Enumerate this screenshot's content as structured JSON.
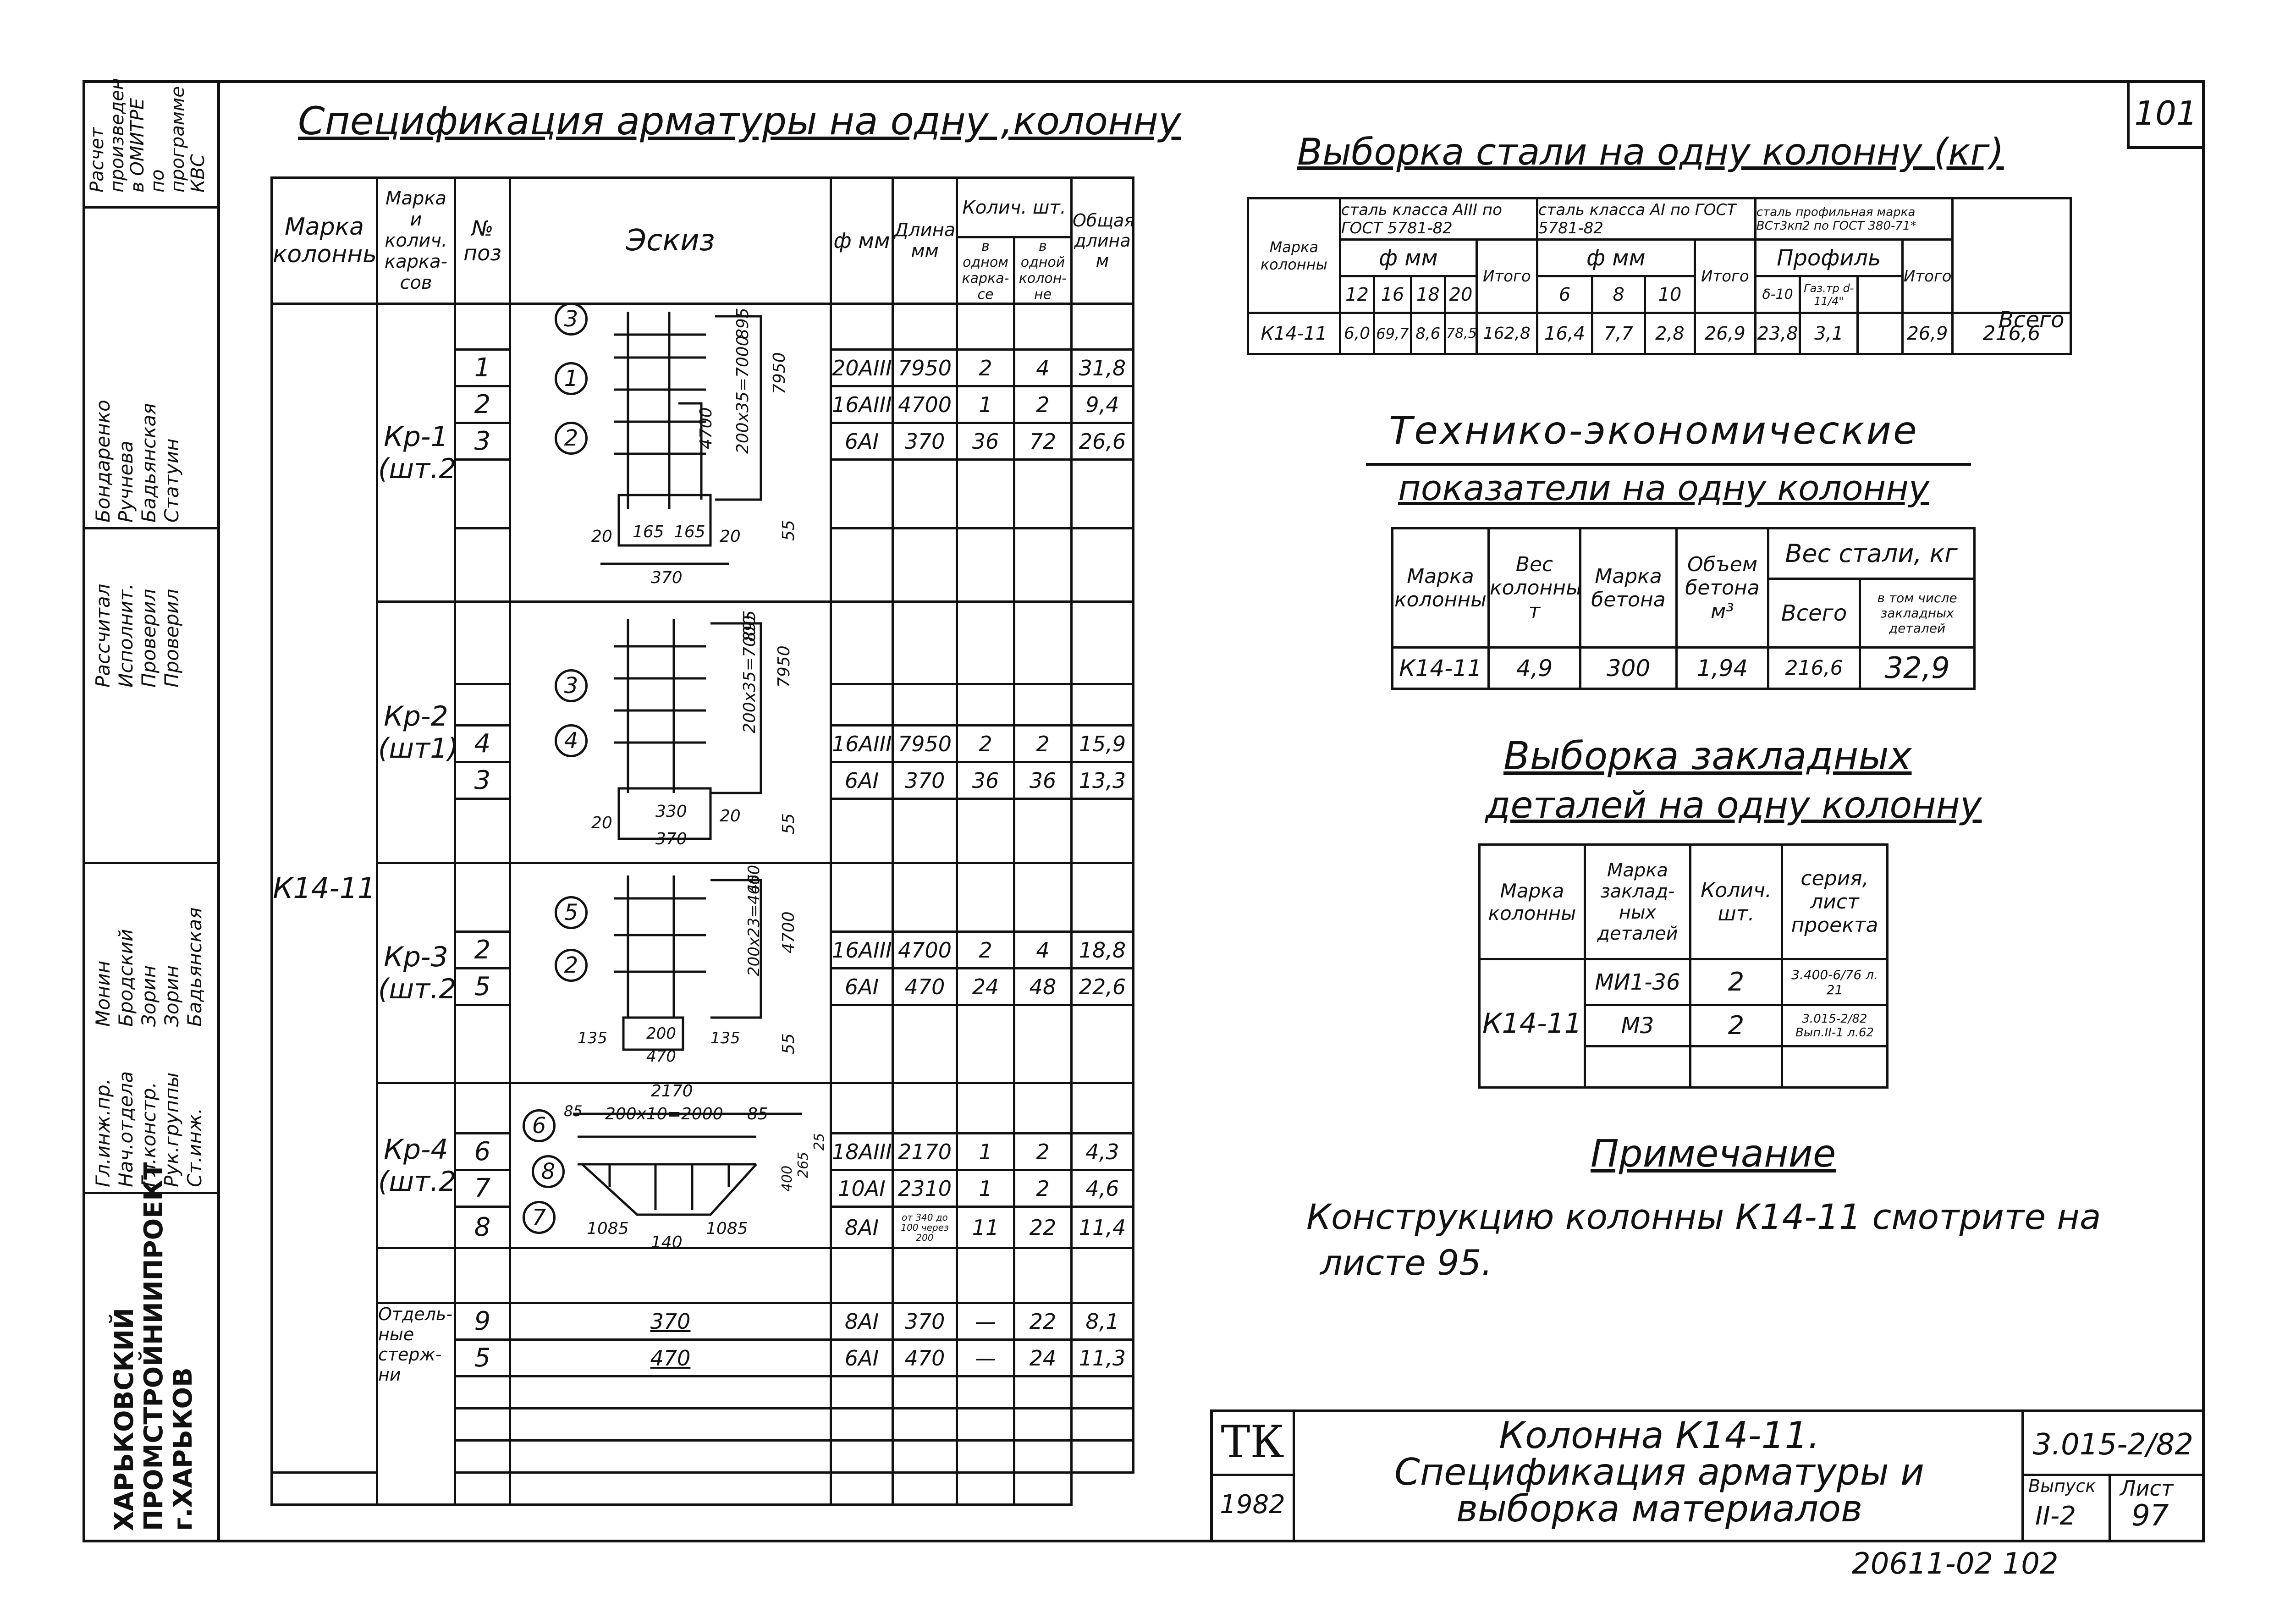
{
  "sheet_no": "101",
  "spec": {
    "title": "Спецификация арматуры на одну ,колонну",
    "headers": {
      "mark": "Марка колонны",
      "frame": "Марка и колич. карка-сов",
      "pos": "№ поз",
      "sketch": "Эскиз",
      "diam": "ф мм",
      "length": "Длина мм",
      "qty": "Колич. шт.",
      "qty_frame": "в одном карка-се",
      "qty_col": "в одной колон-не",
      "total": "Общая длина м"
    },
    "column_mark": "К14-11",
    "groups": [
      {
        "frame": "Кр-1 (шт.2)",
        "rows": [
          {
            "pos": "1",
            "diam": "20АIII",
            "len": "7950",
            "q1": "2",
            "q2": "4",
            "total": "31,8"
          },
          {
            "pos": "2",
            "diam": "16АIII",
            "len": "4700",
            "q1": "1",
            "q2": "2",
            "total": "9,4"
          },
          {
            "pos": "3",
            "diam": "6АI",
            "len": "370",
            "q1": "36",
            "q2": "72",
            "total": "26,6"
          }
        ]
      },
      {
        "frame": "Кр-2 (шт1)",
        "rows": [
          {
            "pos": "4",
            "diam": "16АIII",
            "len": "7950",
            "q1": "2",
            "q2": "2",
            "total": "15,9"
          },
          {
            "pos": "3",
            "diam": "6АI",
            "len": "370",
            "q1": "36",
            "q2": "36",
            "total": "13,3"
          }
        ]
      },
      {
        "frame": "Кр-3 (шт.2)",
        "rows": [
          {
            "pos": "2",
            "diam": "16АIII",
            "len": "4700",
            "q1": "2",
            "q2": "4",
            "total": "18,8"
          },
          {
            "pos": "5",
            "diam": "6АI",
            "len": "470",
            "q1": "24",
            "q2": "48",
            "total": "22,6"
          }
        ]
      },
      {
        "frame": "Кр-4 (шт.2)",
        "rows": [
          {
            "pos": "6",
            "diam": "18АIII",
            "len": "2170",
            "q1": "1",
            "q2": "2",
            "total": "4,3"
          },
          {
            "pos": "7",
            "diam": "10АI",
            "len": "2310",
            "q1": "1",
            "q2": "2",
            "total": "4,6"
          },
          {
            "pos": "8",
            "diam": "8АI",
            "len": "от 340 до 100 через 200",
            "q1": "11",
            "q2": "22",
            "total": "11,4"
          }
        ]
      },
      {
        "frame": "Отдель-ные стерж-ни",
        "rows": [
          {
            "pos": "9",
            "sketch": "370",
            "diam": "8АI",
            "len": "370",
            "q1": "—",
            "q2": "22",
            "total": "8,1"
          },
          {
            "pos": "5",
            "sketch": "470",
            "diam": "6АI",
            "len": "470",
            "q1": "—",
            "q2": "24",
            "total": "11,3"
          }
        ]
      }
    ],
    "sketch_labels": {
      "kr1": {
        "c1": "3",
        "c2": "1",
        "c3": "2",
        "d1": "200х35=7000",
        "d2": "895",
        "d3": "7950",
        "d4": "4700",
        "d5": "20",
        "d6": "165",
        "d7": "165",
        "d8": "20",
        "d9": "370",
        "d10": "55"
      },
      "kr2": {
        "c1": "3",
        "c2": "4",
        "d1": "200х35=7000",
        "d2": "895",
        "d3": "7950",
        "d4": "20",
        "d5": "330",
        "d6": "20",
        "d7": "370",
        "d8": "55"
      },
      "kr3": {
        "c1": "5",
        "c2": "2",
        "d1": "200х23=4600",
        "d2": "45",
        "d3": "4700",
        "d4": "135",
        "d5": "200",
        "d6": "135",
        "d7": "470",
        "d8": "55"
      },
      "kr4": {
        "c1": "6",
        "c2": "8",
        "c3": "7",
        "d1": "2170",
        "d2": "85",
        "d3": "200х10=2000",
        "d4": "85",
        "d5": "1085",
        "d6": "140",
        "d7": "1085",
        "d8": "400",
        "d9": "265",
        "d10": "25"
      }
    }
  },
  "steel": {
    "title": "Выборка стали на одну колонну (кг)",
    "h_mark": "Марка колонны",
    "h_a3": "сталь класса АIII по ГОСТ 5781-82",
    "h_a1": "сталь класса АI по ГОСТ 5781-82",
    "h_prof": "сталь профильная марка ВСт3кп2 по ГОСТ 380-71*",
    "h_dmm": "ф мм",
    "h_profile": "Профиль",
    "h_total": "Всего",
    "h_itogo": "Итого",
    "a3_cols": [
      "12",
      "16",
      "18",
      "20"
    ],
    "a1_cols": [
      "6",
      "8",
      "10"
    ],
    "prof_cols": [
      "δ-10",
      "Газ.тр d-11/4\""
    ],
    "row": {
      "mark": "К14-11",
      "a3": [
        "6,0",
        "69,7",
        "8,6",
        "78,5"
      ],
      "a3_total": "162,8",
      "a1": [
        "16,4",
        "7,7",
        "2,8"
      ],
      "a1_total": "26,9",
      "prof": [
        "23,8",
        "3,1"
      ],
      "prof_empty": "",
      "prof_total": "26,9",
      "total": "216,6"
    }
  },
  "tech": {
    "title1": "Технико-экономические",
    "title2": "показатели на одну колонну",
    "headers": {
      "mark": "Марка колонны",
      "weight": "Вес колонны т",
      "concrete": "Марка бетона",
      "volume": "Объем бетона м³",
      "steel": "Вес стали, кг",
      "steel_total": "Всего",
      "steel_embed": "в том числе закладных деталей"
    },
    "row": {
      "mark": "К14-11",
      "weight": "4,9",
      "concrete": "300",
      "volume": "1,94",
      "steel_total": "216,6",
      "steel_embed": "32,9"
    }
  },
  "embedded": {
    "title1": "Выборка закладных",
    "title2": "деталей на одну колонну",
    "headers": {
      "mark": "Марка колонны",
      "detail": "Марка заклад-ных деталей",
      "qty": "Колич. шт.",
      "series": "серия, лист проекта"
    },
    "mark": "К14-11",
    "rows": [
      {
        "detail": "МИ1-36",
        "qty": "2",
        "series": "3.400-6/76 л. 21"
      },
      {
        "detail": "М3",
        "qty": "2",
        "series": "3.015-2/82 Вып.II-1 л.62"
      }
    ]
  },
  "note": {
    "title": "Примечание",
    "text1": "Конструкцию колонны К14-11 смотрите на",
    "text2": "листе 95."
  },
  "stamp": {
    "org": "ТК",
    "year": "1982",
    "title1": "Колонна К14-11.",
    "title2": "Спецификация арматуры и",
    "title3": "выборка материалов",
    "code": "3.015-2/82",
    "issue_label": "Выпуск",
    "issue": "II-2",
    "sheet_label": "Лист",
    "sheet": "97"
  },
  "side": {
    "calc": "Расчет произведен в ОМИТРЕ по программе КВС",
    "roles": [
      "Гл.инж.пр.",
      "Нач.отдела",
      "Гл.констр.",
      "Рук.группы",
      "Ст.инж."
    ],
    "names": [
      "Монин",
      "Бродский",
      "Зорин",
      "Зорин",
      "Бадьянская"
    ],
    "roles2": [
      "Рассчитал",
      "Исполнит.",
      "Проверил",
      "Проверил"
    ],
    "names2": [
      "Бондаренко",
      "Ручнева",
      "Бадьянская",
      "Статуин"
    ],
    "company": "ХАРЬКОВСКИЙ ПРОМСТРОЙНИИПРОЕКТ г.ХАРЬКОВ"
  },
  "archive": "20611-02 102"
}
